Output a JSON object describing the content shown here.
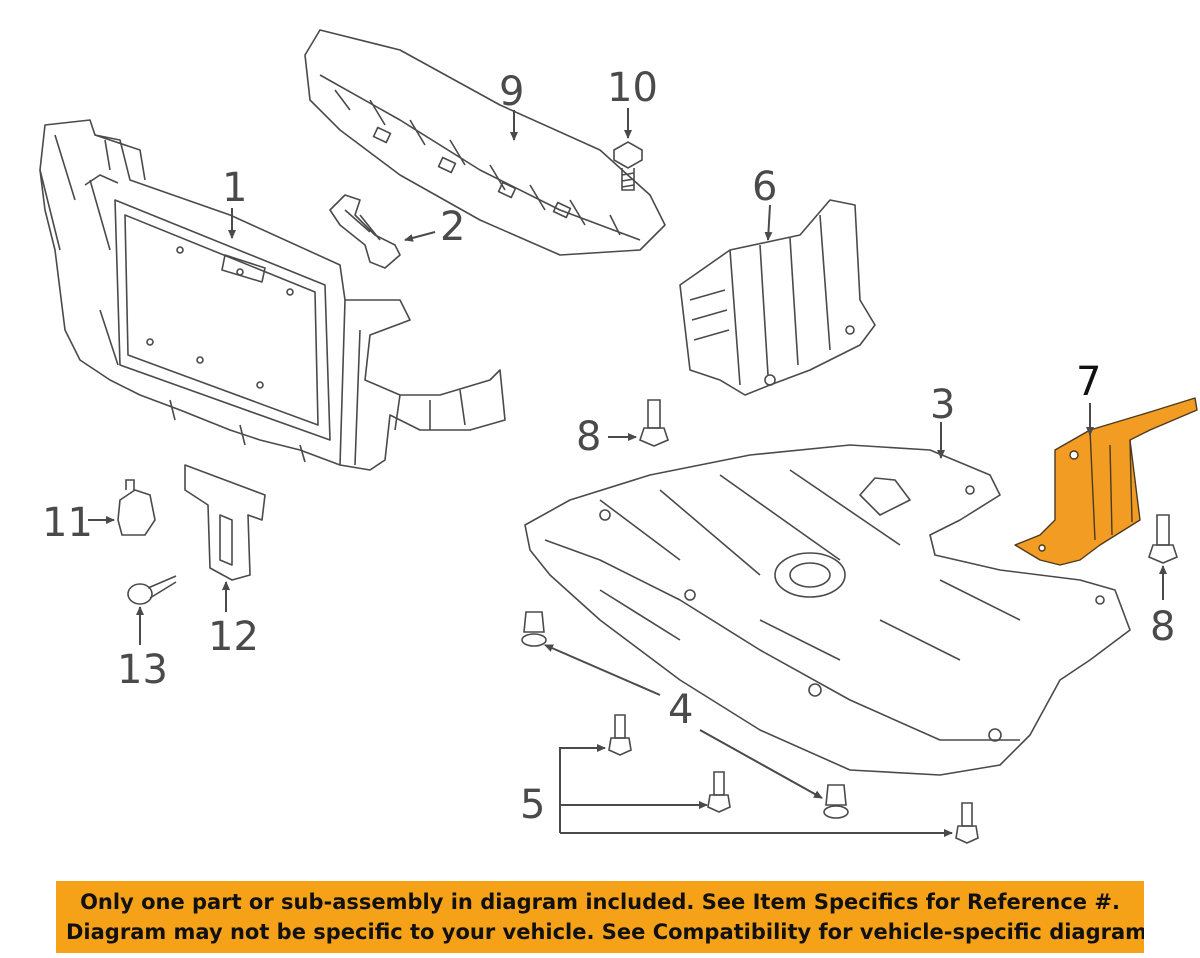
{
  "diagram": {
    "callouts": {
      "c1": "1",
      "c2": "2",
      "c3": "3",
      "c4": "4",
      "c5": "5",
      "c6": "6",
      "c7": "7",
      "c8a": "8",
      "c8b": "8",
      "c9": "9",
      "c10": "10",
      "c11": "11",
      "c12": "12",
      "c13": "13"
    },
    "colors": {
      "line": "#4a4a4a",
      "highlight_part": "#f39c24",
      "banner": "#f6a219"
    }
  },
  "disclaimer": {
    "line1": "Only one part or sub-assembly in diagram included. See Item Specifics for Reference #.",
    "line2": "Diagram may not be specific to your vehicle. See Compatibility for vehicle-specific diagrams."
  }
}
